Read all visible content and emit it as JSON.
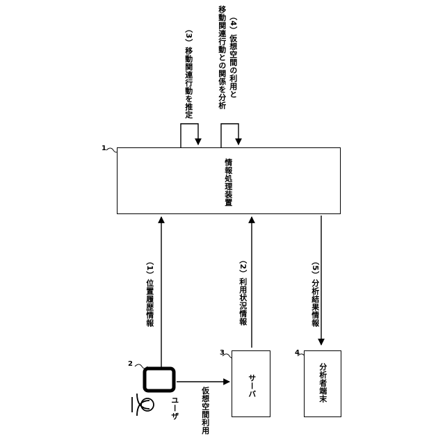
{
  "nodes": {
    "device": {
      "ref": "1",
      "label": "情報処理装置"
    },
    "user_terminal": {
      "ref": "2"
    },
    "user": {
      "label": "ユーザ"
    },
    "server": {
      "ref": "3",
      "label": "サーバ"
    },
    "analyst_terminal": {
      "ref": "4",
      "label": "分析者端末"
    }
  },
  "edges": {
    "location_history": "（1）位置履歴情報",
    "usage_status": "（2）利用状況情報",
    "estimate": "（3）移動関連行動を推定",
    "analyze_line1": "（4）仮想空間の利用と",
    "analyze_line2": "移動関連行動との関係を分析",
    "analysis_result": "（5）分析結果情報",
    "virtual_space_use": "仮想空間利用"
  }
}
